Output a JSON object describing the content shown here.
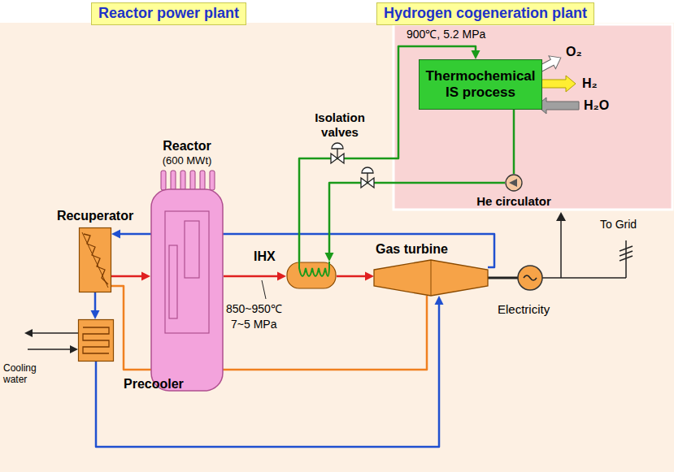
{
  "diagram": {
    "nodes": [
      {
        "text": [
          "Reactor power plant"
        ]
      },
      {
        "text": [
          "Hydrogen cogeneration plant"
        ]
      },
      {
        "text": [
          "Reactor",
          "(600 MWt)"
        ]
      },
      {
        "text": [
          "Recuperator"
        ]
      },
      {
        "text": [
          "IHX"
        ]
      },
      {
        "text": [
          "Gas turbine"
        ]
      },
      {
        "text": [
          "Thermochemical IS process"
        ]
      },
      {
        "text": [
          "He circulator"
        ]
      },
      {
        "text": [
          "Precooler"
        ]
      }
    ],
    "edges": [
      {
        "from": 5,
        "to": 3,
        "arrow": "to"
      },
      {
        "from": 3,
        "to": 2,
        "arrow": "to"
      },
      {
        "from": 2,
        "to": 4,
        "arrow": "to"
      },
      {
        "from": 4,
        "to": 5,
        "arrow": "to"
      },
      {
        "from": 5,
        "to": 3,
        "arrow": "none"
      },
      {
        "from": 3,
        "to": 8,
        "arrow": "to"
      },
      {
        "from": 8,
        "to": 5,
        "arrow": "to"
      },
      {
        "from": 4,
        "to": 6,
        "arrow": "to"
      },
      {
        "from": 6,
        "to": 7,
        "arrow": "none"
      },
      {
        "from": 7,
        "to": 4,
        "arrow": "to"
      }
    ],
    "labels": [
      "Isolation valves",
      "900℃, 5.2 MPa",
      "O₂",
      "H₂",
      "H₂O",
      "850~950℃",
      "7~5 MPa",
      "Electricity",
      "To Grid",
      "Cooling water"
    ]
  }
}
